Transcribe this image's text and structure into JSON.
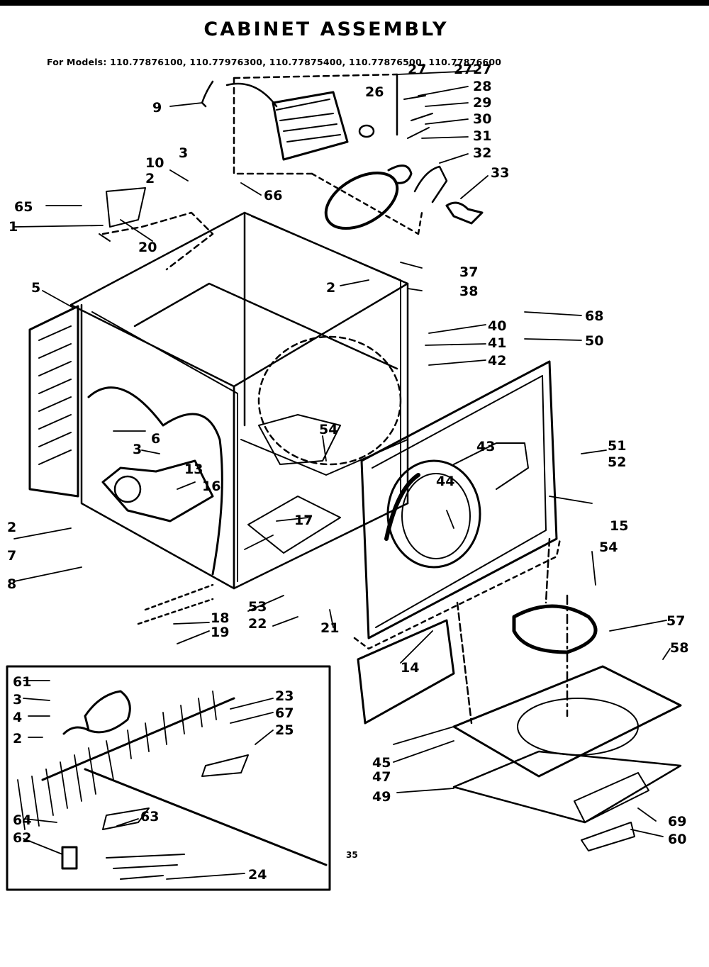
{
  "title": "CABINET ASSEMBLY",
  "models": "For Models: 110.77876100, 110.77976300, 110.77875400, 110.77876500, 110.77876600",
  "page_code": "35",
  "callouts": [
    "1",
    "2",
    "3",
    "4",
    "5",
    "6",
    "7",
    "8",
    "9",
    "10",
    "13",
    "14",
    "15",
    "16",
    "17",
    "18",
    "19",
    "20",
    "21",
    "22",
    "23",
    "24",
    "25",
    "26",
    "27",
    "28",
    "29",
    "30",
    "31",
    "32",
    "33",
    "37",
    "38",
    "40",
    "41",
    "42",
    "43",
    "44",
    "45",
    "47",
    "49",
    "50",
    "51",
    "52",
    "53",
    "54",
    "57",
    "58",
    "60",
    "61",
    "62",
    "63",
    "64",
    "65",
    "66",
    "67",
    "68",
    "69"
  ]
}
